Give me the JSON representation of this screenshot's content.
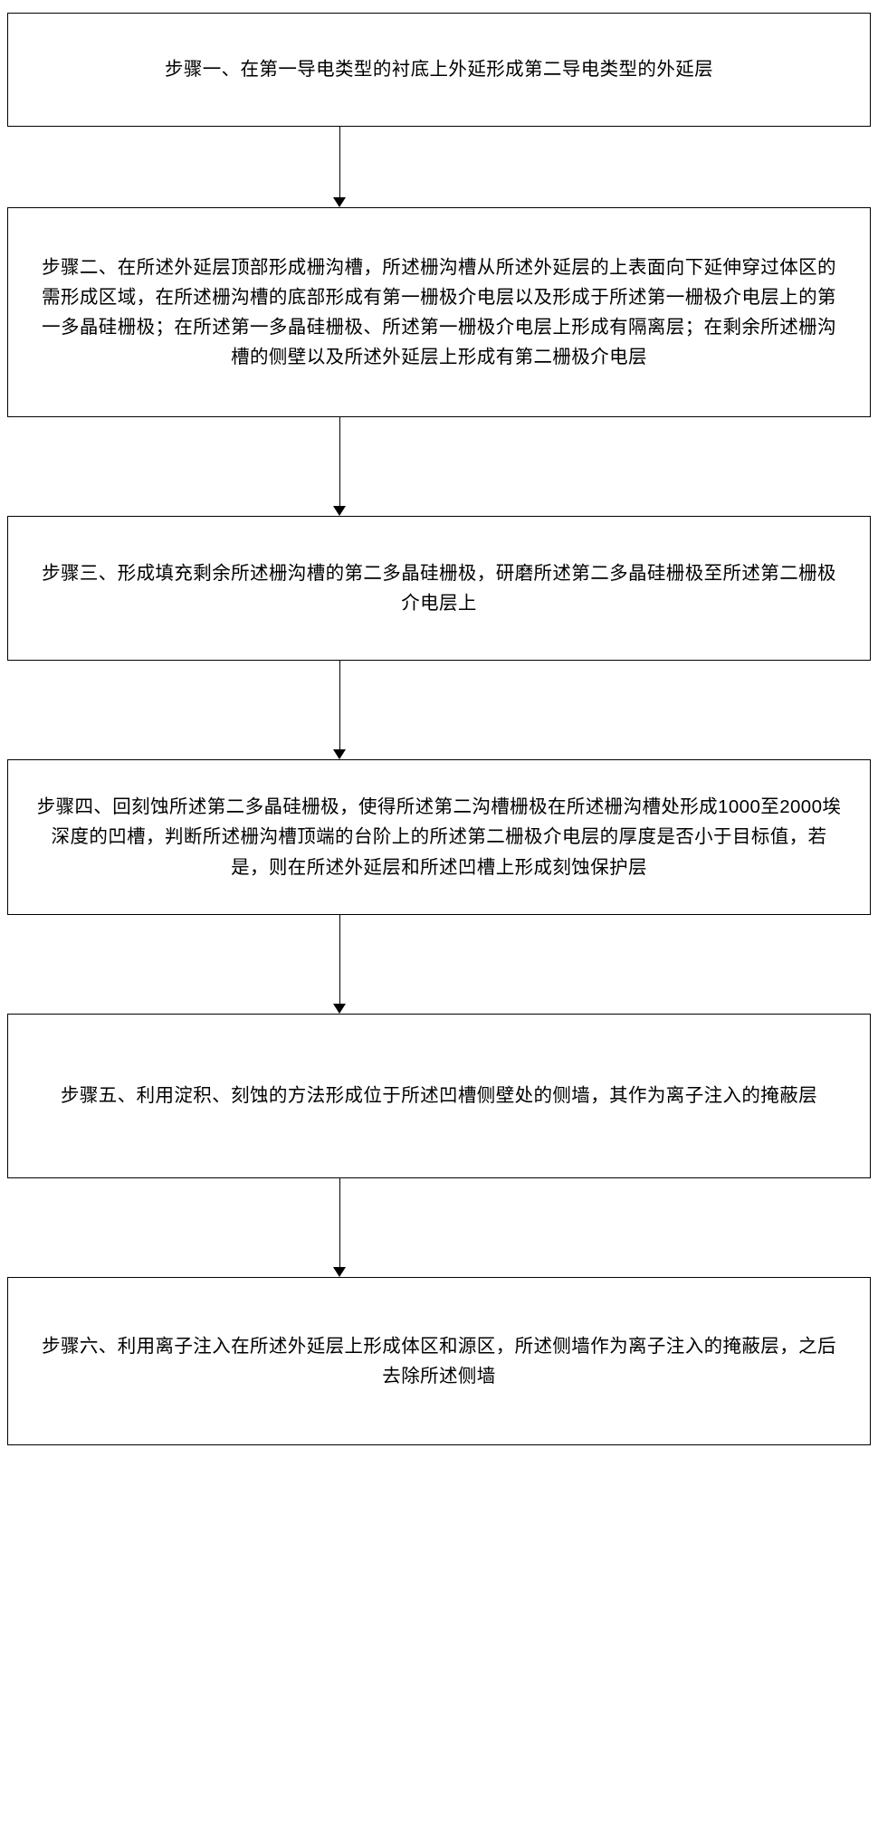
{
  "diagram": {
    "type": "flowchart",
    "orientation": "vertical",
    "steps": [
      {
        "id": "step-1",
        "text": "步骤一、在第一导电类型的衬底上外延形成第二导电类型的外延层"
      },
      {
        "id": "step-2",
        "text": "步骤二、在所述外延层顶部形成栅沟槽，所述栅沟槽从所述外延层的上表面向下延伸穿过体区的需形成区域，在所述栅沟槽的底部形成有第一栅极介电层以及形成于所述第一栅极介电层上的第一多晶硅栅极；在所述第一多晶硅栅极、所述第一栅极介电层上形成有隔离层；在剩余所述栅沟槽的侧壁以及所述外延层上形成有第二栅极介电层"
      },
      {
        "id": "step-3",
        "text": "步骤三、形成填充剩余所述栅沟槽的第二多晶硅栅极，研磨所述第二多晶硅栅极至所述第二栅极介电层上"
      },
      {
        "id": "step-4",
        "text": "步骤四、回刻蚀所述第二多晶硅栅极，使得所述第二沟槽栅极在所述栅沟槽处形成1000至2000埃深度的凹槽，判断所述栅沟槽顶端的台阶上的所述第二栅极介电层的厚度是否小于目标值，若是，则在所述外延层和所述凹槽上形成刻蚀保护层"
      },
      {
        "id": "step-5",
        "text": "步骤五、利用淀积、刻蚀的方法形成位于所述凹槽侧壁处的侧墙，其作为离子注入的掩蔽层"
      },
      {
        "id": "step-6",
        "text": "步骤六、利用离子注入在所述外延层上形成体区和源区，所述侧墙作为离子注入的掩蔽层，之后去除所述侧墙"
      }
    ],
    "connectors": [
      {
        "id": "connector-1-2",
        "from": "step-1",
        "to": "step-2"
      },
      {
        "id": "connector-2-3",
        "from": "step-2",
        "to": "step-3"
      },
      {
        "id": "connector-3-4",
        "from": "step-3",
        "to": "step-4"
      },
      {
        "id": "connector-4-5",
        "from": "step-4",
        "to": "step-5"
      },
      {
        "id": "connector-5-6",
        "from": "step-5",
        "to": "step-6"
      }
    ],
    "colors": {
      "stroke": "#000000",
      "fill": "#ffffff",
      "text": "#000000"
    }
  }
}
